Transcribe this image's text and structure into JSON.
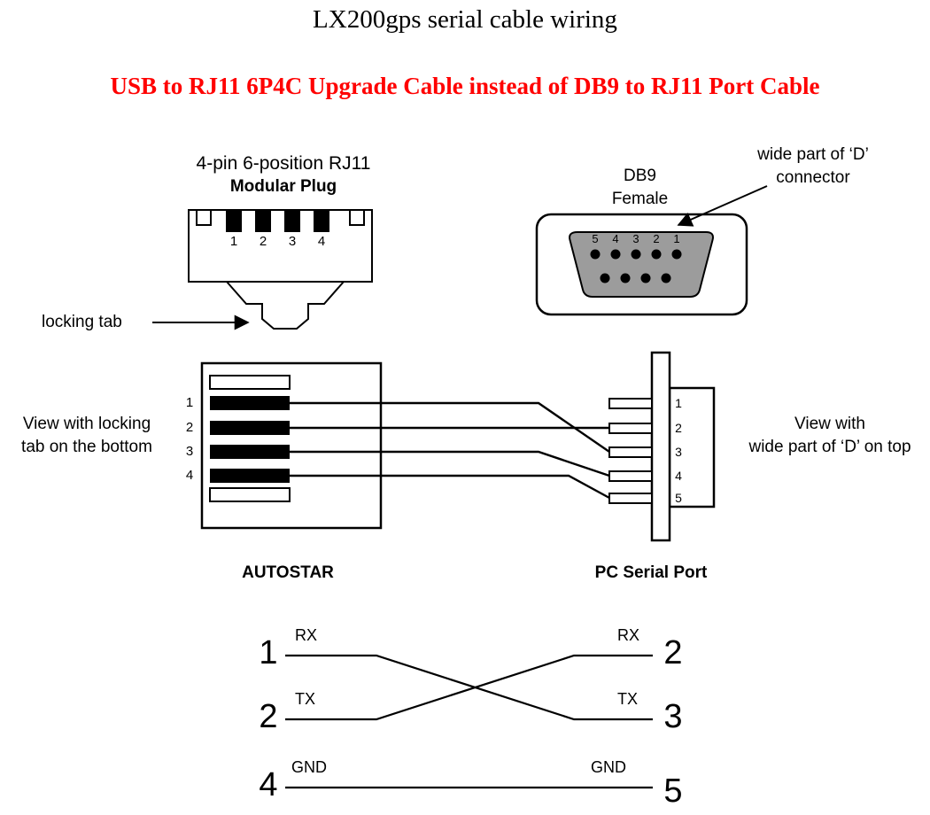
{
  "page": {
    "title": "LX200gps serial cable wiring",
    "subtitle": "USB to RJ11 6P4C Upgrade Cable instead of DB9 to RJ11 Port Cable"
  },
  "colors": {
    "ink": "#000000",
    "subtitle_red": "#ff0000",
    "connector_face_gray": "#9c9c9c",
    "background": "#ffffff"
  },
  "rj11_front": {
    "label_line1": "4-pin 6-position RJ11",
    "label_line2": "Modular Plug",
    "pin_labels": [
      "1",
      "2",
      "3",
      "4"
    ],
    "locking_tab_label": "locking tab"
  },
  "db9_front": {
    "label_line1": "DB9",
    "label_line2": "Female",
    "pin_labels": [
      "5",
      "4",
      "3",
      "2",
      "1"
    ],
    "annotation_line1": "wide part of ‘D’",
    "annotation_line2": "connector"
  },
  "cable_view": {
    "left_caption_line1": "View with locking",
    "left_caption_line2": "tab on the bottom",
    "right_caption_line1": "View with",
    "right_caption_line2": "wide part of ‘D’ on top",
    "rj11_pin_labels": [
      "1",
      "2",
      "3",
      "4"
    ],
    "db9_pin_labels": [
      "1",
      "2",
      "3",
      "4",
      "5"
    ],
    "left_connector_label": "AUTOSTAR",
    "right_connector_label": "PC Serial Port"
  },
  "pinout": {
    "rows": [
      {
        "left_pin": "1",
        "left_signal": "RX",
        "right_signal": "RX",
        "right_pin": "2"
      },
      {
        "left_pin": "2",
        "left_signal": "TX",
        "right_signal": "TX",
        "right_pin": "3"
      },
      {
        "left_pin": "4",
        "left_signal": "GND",
        "right_signal": "GND",
        "right_pin": "5"
      }
    ],
    "connections": [
      {
        "from": "AUTOSTAR pin 1 (RX)",
        "to": "PC pin 3 (TX)"
      },
      {
        "from": "AUTOSTAR pin 2 (TX)",
        "to": "PC pin 2 (RX)"
      },
      {
        "from": "AUTOSTAR pin 4 (GND)",
        "to": "PC pin 5 (GND)"
      }
    ]
  }
}
